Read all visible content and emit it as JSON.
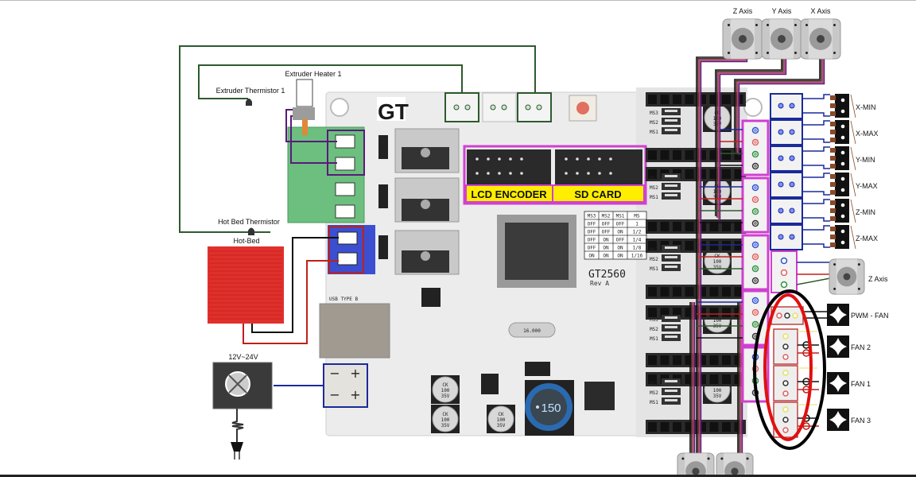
{
  "diagram": {
    "title": "GT2560 wiring diagram",
    "board": {
      "name": "GT2560",
      "revision": "Rev A",
      "logo": "GT",
      "headers": [
        {
          "id": "lcd",
          "label": "LCD ENCODER"
        },
        {
          "id": "sd",
          "label": "SD CARD"
        }
      ],
      "inductor_label": "150",
      "crystal_label": "16.000",
      "usb_label": "USB TYPE B",
      "cap_labels": [
        "CK",
        "100",
        "35V"
      ],
      "microstep_table": {
        "columns": [
          "MS3",
          "MS2",
          "MS1",
          "MS"
        ],
        "rows": [
          [
            "OFF",
            "OFF",
            "OFF",
            "1"
          ],
          [
            "OFF",
            "OFF",
            "ON",
            "1/2"
          ],
          [
            "OFF",
            "ON",
            "OFF",
            "1/4"
          ],
          [
            "OFF",
            "ON",
            "ON",
            "1/8"
          ],
          [
            "ON",
            "ON",
            "ON",
            "1/16"
          ]
        ]
      },
      "jumper_labels": [
        "MS3",
        "MS2",
        "MS1"
      ],
      "power_terminal_signs": [
        "−",
        "+",
        "−",
        "+"
      ]
    },
    "components": {
      "extruder_heater": "Extruder Heater 1",
      "extruder_thermistor": "Extruder Thermistor 1",
      "hotbed_thermistor": "Hot Bed Thermistor",
      "hotbed": "Hot-Bed",
      "power_supply": "12V~24V"
    },
    "motors_top": [
      {
        "id": "z",
        "label": "Z Axis"
      },
      {
        "id": "y",
        "label": "Y Axis"
      },
      {
        "id": "x",
        "label": "X Axis"
      }
    ],
    "motor_right": {
      "id": "z2",
      "label": "Z Axis"
    },
    "endstops": [
      {
        "id": "xmin",
        "label": "X-MIN"
      },
      {
        "id": "xmax",
        "label": "X-MAX"
      },
      {
        "id": "ymin",
        "label": "Y-MIN"
      },
      {
        "id": "ymax",
        "label": "Y-MAX"
      },
      {
        "id": "zmin",
        "label": "Z-MIN"
      },
      {
        "id": "zmax",
        "label": "Z-MAX"
      }
    ],
    "fans": [
      {
        "id": "pwm",
        "label": "PWM - FAN"
      },
      {
        "id": "fan2",
        "label": "FAN 2"
      },
      {
        "id": "fan1",
        "label": "FAN 1"
      },
      {
        "id": "fan3",
        "label": "FAN 3"
      }
    ],
    "colors": {
      "pcb": "#e9e9e9",
      "terminal_green": "#6cbf7f",
      "terminal_blue": "#3b4fd0",
      "hotbed_red": "#e0302c",
      "header_yellow": "#ffee00",
      "highlight_magenta": "#d040d0",
      "wire_green": "#2e5a2e",
      "wire_purple": "#5a1a7a",
      "wire_blue": "#1a2a9a",
      "wire_red": "#c0201a",
      "ellipse_red": "#e01010",
      "ellipse_black": "#000000"
    }
  }
}
